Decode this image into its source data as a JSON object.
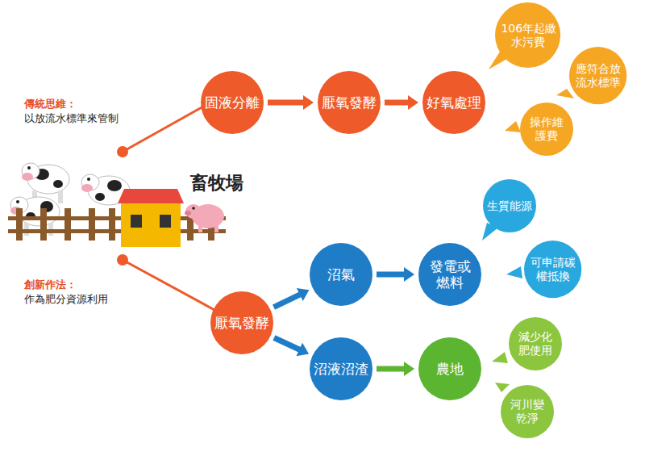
{
  "diagram": {
    "nodes": [
      {
        "text": [
          "固液分離"
        ]
      },
      {
        "text": [
          "厭氧發酵"
        ]
      },
      {
        "text": [
          "好氧處理"
        ]
      },
      {
        "text": [
          "106年起繳 水污費"
        ]
      },
      {
        "text": [
          "應符合放 流水標準"
        ]
      },
      {
        "text": [
          "操作維 護費"
        ]
      },
      {
        "text": [
          "厭氧發酵"
        ]
      },
      {
        "text": [
          "沼氣"
        ]
      },
      {
        "text": [
          "發電或 燃料"
        ]
      },
      {
        "text": [
          "生質能源"
        ]
      },
      {
        "text": [
          "可申請碳 權抵換"
        ]
      },
      {
        "text": [
          "沼液沼渣"
        ]
      },
      {
        "text": [
          "農地"
        ]
      },
      {
        "text": [
          "減少化 肥使用"
        ]
      },
      {
        "text": [
          "河川變 乾淨"
        ]
      }
    ],
    "edges": [
      {
        "from": 0,
        "to": 1,
        "arrow": "to"
      },
      {
        "from": 1,
        "to": 2,
        "arrow": "to"
      },
      {
        "from": 6,
        "to": 7,
        "arrow": "to"
      },
      {
        "from": 6,
        "to": 11,
        "arrow": "to"
      },
      {
        "from": 7,
        "to": 8,
        "arrow": "to"
      },
      {
        "from": 11,
        "to": 12,
        "arrow": "to"
      }
    ],
    "labels": [
      "傳統思維：",
      "以放流水標準來管制",
      "畜牧場",
      "創新作法：",
      "作為肥分資源利用"
    ]
  }
}
